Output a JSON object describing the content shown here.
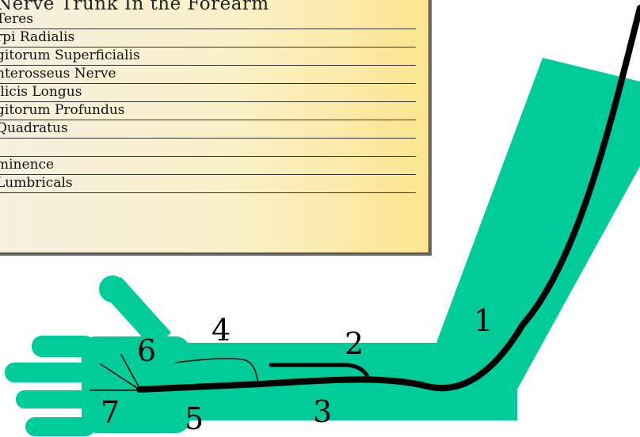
{
  "legend": {
    "title": "Nerve Trunk In the Forearm",
    "items": [
      "Teres",
      "rpi Radialis",
      "gitorum Superficialis",
      "nterosseus Nerve",
      "llicis Longus",
      "gitorum Profundus",
      "Quadratus",
      "",
      "minence",
      "Lumbricals"
    ]
  },
  "diagram": {
    "labels": [
      "1",
      "2",
      "3",
      "4",
      "5",
      "6",
      "7"
    ],
    "colors": {
      "arm": "#00cc99",
      "nerve": "#000000",
      "panel_start": "#f6f1e0",
      "panel_end": "#fbe58f"
    }
  }
}
